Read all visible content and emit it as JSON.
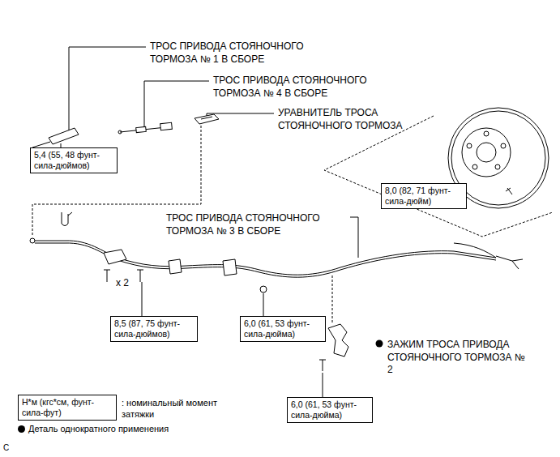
{
  "diagram": {
    "nodes": [
      {
        "text": [
          "5,4 (55, 48 фунт-сила-дюймов)"
        ]
      },
      {
        "text": [
          "8,0 (82, 71 фунт-сила-дюйм)"
        ]
      },
      {
        "text": [
          "8,5 (87, 75 фунт-сила-дюймов)"
        ]
      },
      {
        "text": [
          "6,0 (61, 53 фунт-сила-дюйма)"
        ]
      },
      {
        "text": [
          "6,0 (61, 53 фунт-сила-дюйма)"
        ]
      },
      {
        "text": [
          "Н*м (кгс*см, фунт-сила-фут)"
        ]
      }
    ],
    "labels": [
      "ТРОС ПРИВОДА СТОЯНОЧНОГО ТОРМОЗА № 1 В СБОРЕ",
      "ТРОС ПРИВОДА СТОЯНОЧНОГО ТОРМОЗА № 4 В СБОРЕ",
      "УРАВНИТЕЛЬ ТРОСА СТОЯНОЧНОГО ТОРМОЗА",
      "ТРОС ПРИВОДА СТОЯНОЧНОГО ТОРМОЗА № 3 В СБОРЕ",
      "x 2",
      "ЗАЖИМ ТРОСА ПРИВОДА СТОЯНОЧНОГО ТОРМОЗА № 2",
      ": номинальный момент затяжки",
      "C"
    ],
    "legend": [
      {
        "text": "Деталь однократного применения"
      }
    ]
  }
}
